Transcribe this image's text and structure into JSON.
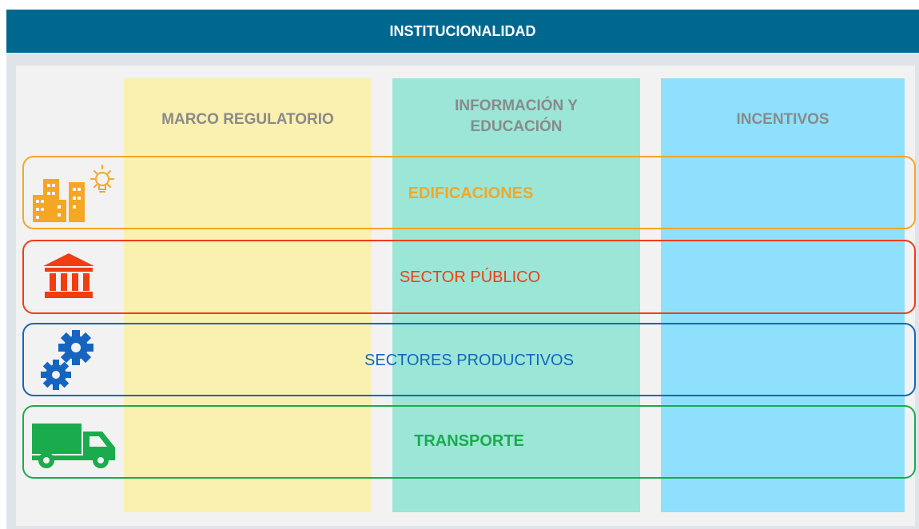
{
  "header": {
    "title": "INSTITUCIONALIDAD"
  },
  "columns": [
    {
      "label": "MARCO REGULATORIO",
      "color": "#faf0b0"
    },
    {
      "label": "INFORMACIÓN Y EDUCACIÓN",
      "color": "#9be6d7"
    },
    {
      "label": "INCENTIVOS",
      "color": "#8ee0fc"
    }
  ],
  "rows": [
    {
      "label": "EDIFICACIONES",
      "icon": "buildings-lightbulb-icon",
      "color": "#f5a623"
    },
    {
      "label": "SECTOR PÚBLICO",
      "icon": "government-building-icon",
      "color": "#f03d12"
    },
    {
      "label": "SECTORES PRODUCTIVOS",
      "icon": "gears-icon",
      "color": "#1565c0"
    },
    {
      "label": "TRANSPORTE",
      "icon": "truck-icon",
      "color": "#1aab4d"
    }
  ]
}
